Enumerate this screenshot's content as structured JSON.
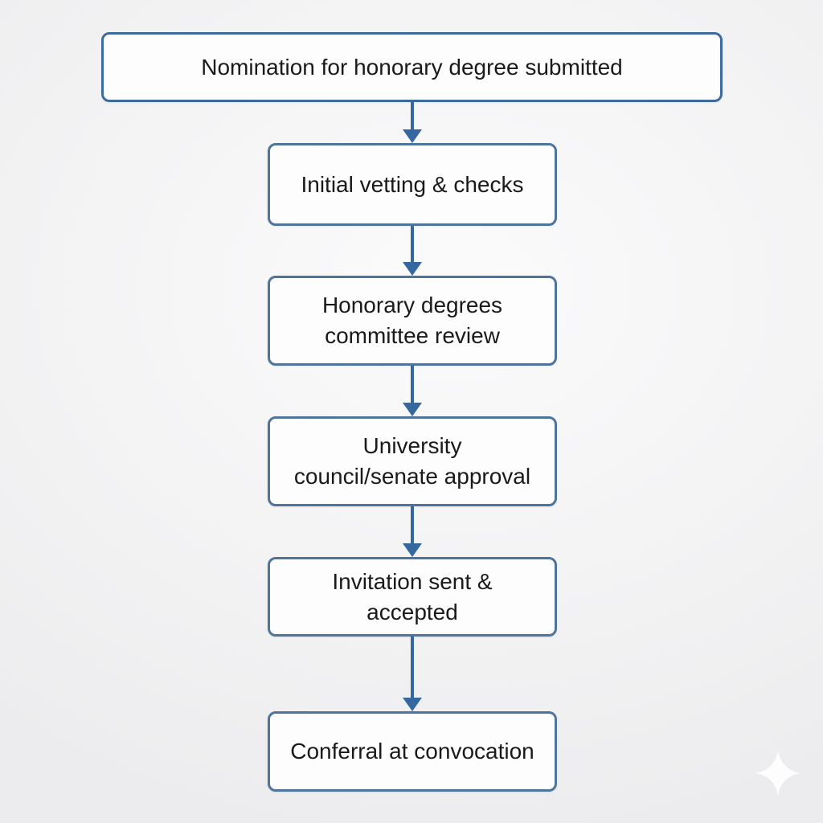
{
  "diagram": {
    "type": "flowchart",
    "direction": "top-down",
    "nodes": [
      {
        "id": "nomination",
        "label": "Nomination for honorary degree submitted"
      },
      {
        "id": "vetting",
        "label": "Initial vetting & checks"
      },
      {
        "id": "committee",
        "label": "Honorary degrees committee review"
      },
      {
        "id": "council",
        "label": "University council/senate approval"
      },
      {
        "id": "invitation",
        "label": "Invitation sent & accepted"
      },
      {
        "id": "conferral",
        "label": "Conferral at convocation"
      }
    ],
    "edges": [
      {
        "from": "nomination",
        "to": "vetting"
      },
      {
        "from": "vetting",
        "to": "committee"
      },
      {
        "from": "committee",
        "to": "council"
      },
      {
        "from": "council",
        "to": "invitation"
      },
      {
        "from": "invitation",
        "to": "conferral"
      }
    ],
    "colors": {
      "box_border": "#4f749c",
      "top_box_border": "#3e6b9d",
      "box_fill": "#fdfdfe",
      "arrow": "#35689f",
      "text": "#1a1a1a",
      "background": "#f3f3f4"
    },
    "watermark": "sparkle"
  }
}
